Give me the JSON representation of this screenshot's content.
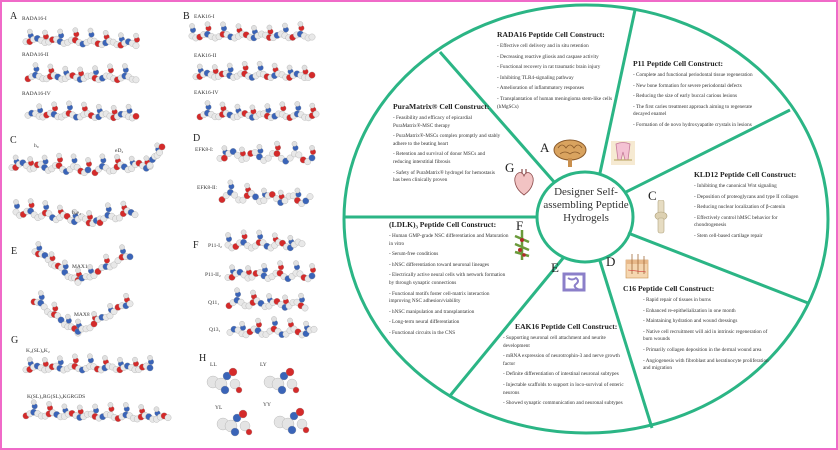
{
  "left_panels": [
    {
      "letter": "A",
      "molecules": [
        "RADA16-I",
        "RADA16-II",
        "RADA16-IV"
      ]
    },
    {
      "letter": "B",
      "molecules": [
        "EAK16-I",
        "EAK16-II",
        "EAK16-IV"
      ]
    },
    {
      "letter": "C",
      "molecules": [
        "h₉",
        "eD₂",
        "h₉e₂"
      ]
    },
    {
      "letter": "D",
      "molecules": [
        "EFK8-I:",
        "EFK8-II:"
      ]
    },
    {
      "letter": "E",
      "molecules": [
        "MAX1",
        "MAX8"
      ]
    },
    {
      "letter": "F",
      "molecules": [
        "P11-I₂",
        "P11-II₂",
        "Q11₁",
        "Q13₁"
      ]
    },
    {
      "letter": "G",
      "molecules": [
        "K₂(SL)₆K₂",
        "K(SL)₃RG(SL)₃KGRGDS"
      ]
    },
    {
      "letter": "H",
      "molecules": [
        "LL",
        "LY",
        "YL",
        "YY"
      ]
    }
  ],
  "diagram": {
    "center_title": "Designer Self-assembling Peptide Hydrogels",
    "accent_color": "#2bb585",
    "segments": [
      {
        "letter": "A",
        "organ_icon": "brain-icon",
        "title": "RADA16 Peptide Cell Construct:",
        "items": [
          "Effective cell delivery and in situ retention",
          "Decreasing reactive gliosis and caspase activity",
          "Functional recovery in rat traumatic brain injury",
          "Inhibiting TLR4-signaling pathway",
          "Amelioration of inflammatory responses",
          "Transplantation of human meningioma stem-like cells (hMgSCs)"
        ]
      },
      {
        "letter": "B",
        "organ_icon": "tooth-icon",
        "title": "P11 Peptide Cell Construct:",
        "items": [
          "Complete and functional periodontal tissue regeneration",
          "New bone formation for severe periodontal defects",
          "Reducing the size of early buccal carious lesions",
          "The first caries treatment approach aiming to regenerate decayed enamel",
          "Formation of de novo hydroxyapatite crystals in lesions"
        ]
      },
      {
        "letter": "C",
        "organ_icon": "knee-joint-icon",
        "title": "KLD12 Peptide Cell Construct:",
        "items": [
          "Inhibiting the canonical Wnt signaling",
          "Deposition of proteoglycans and type II collagen",
          "Reducing nuclear localization of β-catenin",
          "Effectively control hMSC behavior for chondrogenesis",
          "Stem cell-based cartilage repair"
        ]
      },
      {
        "letter": "D",
        "organ_icon": "skin-icon",
        "title": "C16 Peptide Cell Construct:",
        "items": [
          "Rapid repair of tissues in burns",
          "Enhanced re-epithelialization in one month",
          "Maintaining hydration and wound dressings",
          "Native cell recruitment will aid in intrinsic regeneration of burn wounds",
          "Primarily collagen deposition in the dermal wound area",
          "Angiogenesis with fibroblast and keratinocyte proliferation and migration"
        ]
      },
      {
        "letter": "E",
        "organ_icon": "intestine-icon",
        "title": "EAK16 Peptide Cell Construct:",
        "items": [
          "Supporting neuronal cell attachment and neurite development",
          "mRNA expression of neurotrophin-3 and nerve growth factor",
          "Definite differentiation of intestinal neuronal subtypes",
          "Injectable scaffolds to support in loco-survival of enteric neurons",
          "Showed synaptic communication and neuronal subtypes"
        ]
      },
      {
        "letter": "F",
        "organ_icon": "nerve-cell-icon",
        "title": "(LDLK)₃ Peptide Cell Construct:",
        "items": [
          "Human GMP-grade NSC differentiation and Maturation in vitro",
          "Serum-free conditions",
          "hNSC differentiation toward neuronal lineages",
          "Electrically active neural cells with network formation by through synaptic connections",
          "Functional motifs foster cell-matrix interaction improving NSC adhesion/viability",
          "hNSC manipulation and transplantation",
          "Long-term neural differentiation",
          "Functional circuits in the CNS"
        ]
      },
      {
        "letter": "G",
        "organ_icon": "heart-icon",
        "title": "PuraMatrix® Cell Construct:",
        "items": [
          "Feasibility and efficacy of epicardial PuraMatrix®-MSC therapy",
          "PuraMatrix®-MSCs complex promptly and stably adhere to the beating heart",
          "Retention and survival of donor MSCs and reducing interstitial fibrosis",
          "Safety of PuraMatrix® hydrogel for hemostasis has been clinically proven"
        ]
      }
    ]
  }
}
